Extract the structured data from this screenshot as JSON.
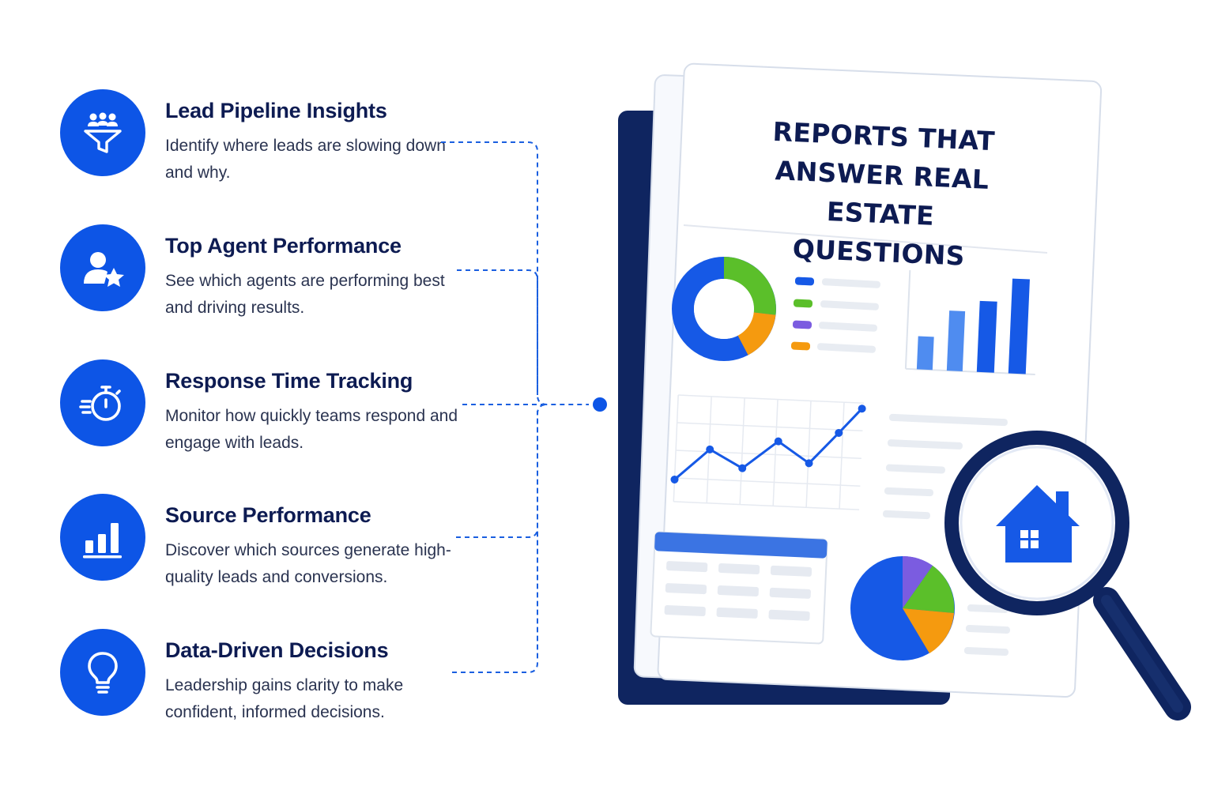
{
  "report": {
    "title_lines": [
      "REPORTS THAT",
      "ANSWER REAL ESTATE",
      "QUESTIONS"
    ]
  },
  "features": [
    {
      "title": "Lead Pipeline Insights",
      "description": "Identify where leads are slowing down and why.",
      "icon": "funnel-people-icon"
    },
    {
      "title": "Top Agent Performance",
      "description": "See which agents are performing best and driving results.",
      "icon": "agent-star-icon"
    },
    {
      "title": "Response Time Tracking",
      "description": "Monitor how quickly teams respond and engage with leads.",
      "icon": "stopwatch-icon"
    },
    {
      "title": "Source Performance",
      "description": "Discover which sources generate high-quality leads and conversions.",
      "icon": "bar-chart-icon"
    },
    {
      "title": "Data-Driven Decisions",
      "description": "Leadership gains clarity to make confident, informed decisions.",
      "icon": "lightbulb-icon"
    }
  ],
  "colors": {
    "primary": "#0d55e6",
    "navy": "#0d1b52",
    "green": "#5bbf2a",
    "orange": "#f59a0f",
    "purple": "#7b5ce0",
    "light_blue": "#4f8cf0"
  },
  "illustration": {
    "magnifier_icon": "house-icon"
  }
}
